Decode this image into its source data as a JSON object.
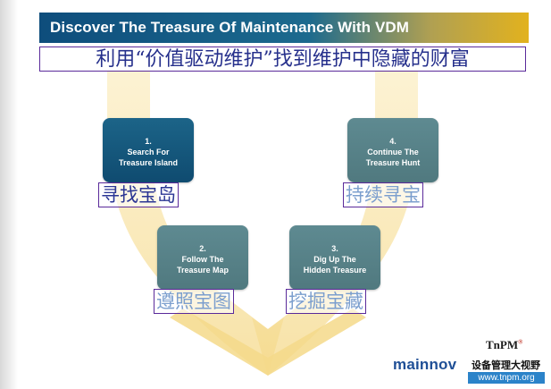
{
  "header": {
    "title": "Discover The Treasure Of Maintenance With VDM",
    "subtitle_cn": "利用“价值驱动维护”找到维护中隐藏的财富"
  },
  "colors": {
    "title_start": "#0e4d7c",
    "title_end": "#e2b21e",
    "shape_yellow": "#f7e09a",
    "card_teal": "#5e8a91",
    "card_active": "#0f4b70"
  },
  "steps": [
    {
      "number": "1.",
      "line1": "Search For",
      "line2": "Treasure Island",
      "label_cn": "寻找宝岛",
      "active": true
    },
    {
      "number": "2.",
      "line1": "Follow The",
      "line2": "Treasure Map",
      "label_cn": "遵照宝图",
      "active": false
    },
    {
      "number": "3.",
      "line1": "Dig Up The",
      "line2": "Hidden Treasure",
      "label_cn": "挖掘宝藏",
      "active": false
    },
    {
      "number": "4.",
      "line1": "Continue The",
      "line2": "Treasure Hunt",
      "label_cn": "持续寻宝",
      "active": false
    }
  ],
  "logo": {
    "tnpm": "TnPM",
    "tnpm_sup": "®",
    "mainnov": "mainnov",
    "brand_cn": "设备管理大视野",
    "url": "www.tnpm.org"
  }
}
